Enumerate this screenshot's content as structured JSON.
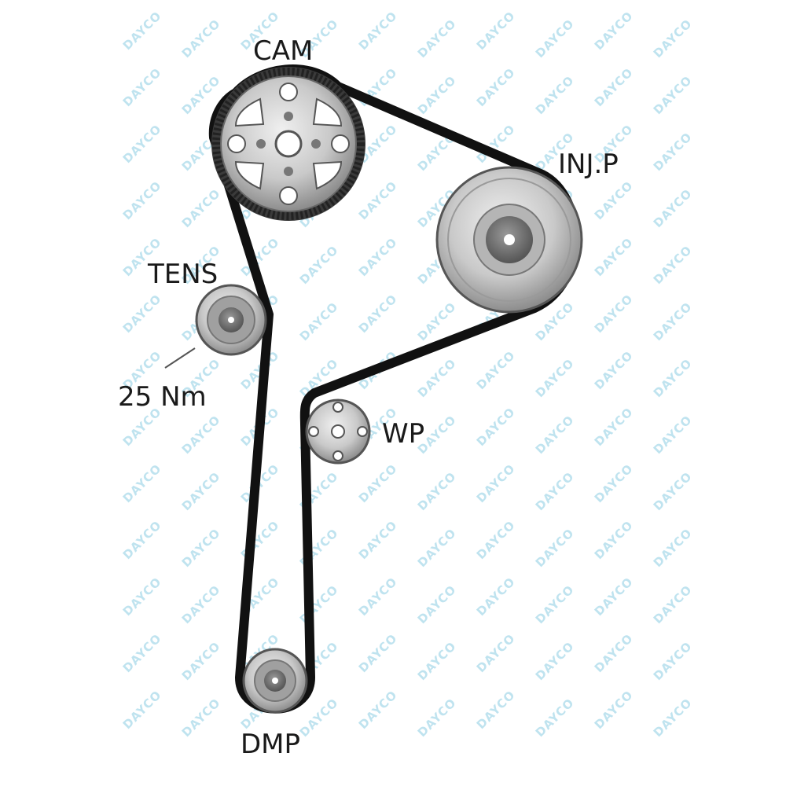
{
  "labels": {
    "cam": "CAM",
    "inj": "INJ.P",
    "tens": "TENS",
    "torque": "25 Nm",
    "wp": "WP",
    "dmp": "DMP"
  },
  "watermark": {
    "text": "DAYCO",
    "color": "#bfe3ef"
  },
  "colors": {
    "belt": "#111111",
    "pulley_light": "#d9d9d9",
    "pulley_mid": "#a8a8a8",
    "pulley_dark": "#6e6e6e"
  }
}
